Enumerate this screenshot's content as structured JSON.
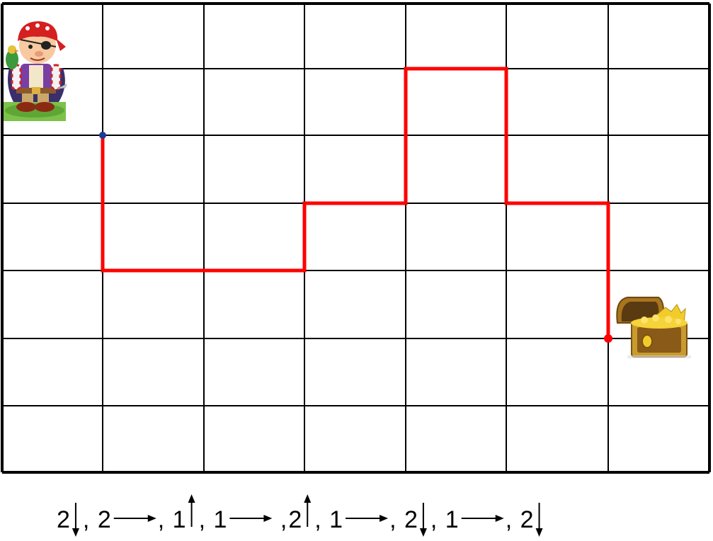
{
  "grid": {
    "columns": 7,
    "rows": 7,
    "line_color": "#000000"
  },
  "path": {
    "color": "#ff0000",
    "start_marker_color": "#1f3a93",
    "end_marker_color": "#ff0000",
    "steps": [
      {
        "count": 2,
        "direction": "down"
      },
      {
        "count": 2,
        "direction": "right"
      },
      {
        "count": 1,
        "direction": "up"
      },
      {
        "count": 1,
        "direction": "right"
      },
      {
        "count": 2,
        "direction": "up"
      },
      {
        "count": 1,
        "direction": "right"
      },
      {
        "count": 2,
        "direction": "down"
      },
      {
        "count": 1,
        "direction": "right"
      },
      {
        "count": 2,
        "direction": "down"
      }
    ]
  },
  "instructions": {
    "separators": [
      ", ",
      ", ",
      ", ",
      " ,",
      ", ",
      ", ",
      ", ",
      ", "
    ],
    "steps": [
      {
        "text": "2",
        "arrow": "down"
      },
      {
        "text": "2",
        "arrow": "right"
      },
      {
        "text": "1",
        "arrow": "up"
      },
      {
        "text": "1",
        "arrow": "right"
      },
      {
        "text": "2",
        "arrow": "up"
      },
      {
        "text": "1",
        "arrow": "right"
      },
      {
        "text": "2",
        "arrow": "down"
      },
      {
        "text": "1",
        "arrow": "right"
      },
      {
        "text": "2",
        "arrow": "down"
      }
    ]
  },
  "images": {
    "start": "pirate-icon",
    "goal": "treasure-chest-icon"
  }
}
